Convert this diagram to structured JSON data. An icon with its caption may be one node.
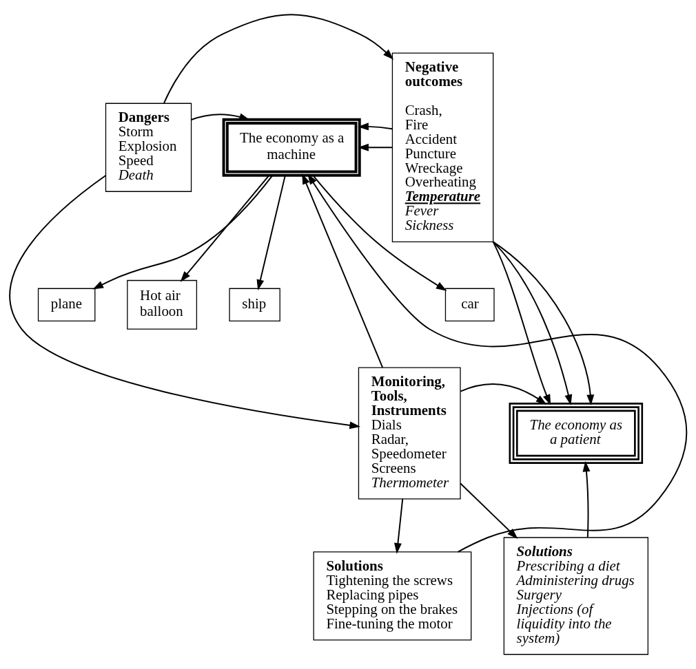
{
  "diagram": {
    "nodes": [
      {
        "text": [
          "The economy as a machine"
        ]
      },
      {
        "text": [
          "Dangers",
          "Storm",
          "Explosion",
          "Speed",
          "Death"
        ]
      },
      {
        "text": [
          "Negative outcomes",
          "Crash,",
          "Fire",
          "Accident",
          "Puncture",
          "Wreckage",
          "Overheating",
          "Temperature",
          "Fever",
          "Sickness"
        ]
      },
      {
        "text": [
          "plane"
        ]
      },
      {
        "text": [
          "Hot air balloon"
        ]
      },
      {
        "text": [
          "ship"
        ]
      },
      {
        "text": [
          "car"
        ]
      },
      {
        "text": [
          "Monitoring, Tools, Instruments",
          "Dials",
          "Radar,",
          "Speedometer",
          "Screens",
          "Thermometer"
        ]
      },
      {
        "text": [
          "The economy as a patient"
        ]
      },
      {
        "text": [
          "Solutions",
          "Prescribing a diet",
          "Administering drugs",
          "Surgery",
          "Injections (of liquidity into the system)"
        ]
      },
      {
        "text": [
          "Solutions",
          "Tightening the screws",
          "Replacing pipes",
          "Stepping on the brakes",
          "Fine-tuning the motor"
        ]
      }
    ],
    "edges": [
      {
        "from": 1,
        "to": 0,
        "arrow": "to"
      },
      {
        "from": 2,
        "to": 0,
        "arrow": "to"
      },
      {
        "from": 0,
        "to": 3,
        "arrow": "to"
      },
      {
        "from": 0,
        "to": 4,
        "arrow": "to"
      },
      {
        "from": 0,
        "to": 5,
        "arrow": "to"
      },
      {
        "from": 0,
        "to": 6,
        "arrow": "to"
      },
      {
        "from": 1,
        "to": 2,
        "arrow": "to"
      },
      {
        "from": 2,
        "to": 0,
        "arrow": "to"
      },
      {
        "from": 7,
        "to": 0,
        "arrow": "to"
      },
      {
        "from": 10,
        "to": 0,
        "arrow": "to"
      },
      {
        "from": 1,
        "to": 7,
        "arrow": "to"
      },
      {
        "from": 7,
        "to": 10,
        "arrow": "to"
      },
      {
        "from": 7,
        "to": 8,
        "arrow": "to"
      },
      {
        "from": 7,
        "to": 9,
        "arrow": "to"
      },
      {
        "from": 2,
        "to": 8,
        "arrow": "to"
      },
      {
        "from": 2,
        "to": 8,
        "arrow": "to"
      },
      {
        "from": 2,
        "to": 8,
        "arrow": "to"
      },
      {
        "from": 9,
        "to": 8,
        "arrow": "to"
      }
    ]
  }
}
